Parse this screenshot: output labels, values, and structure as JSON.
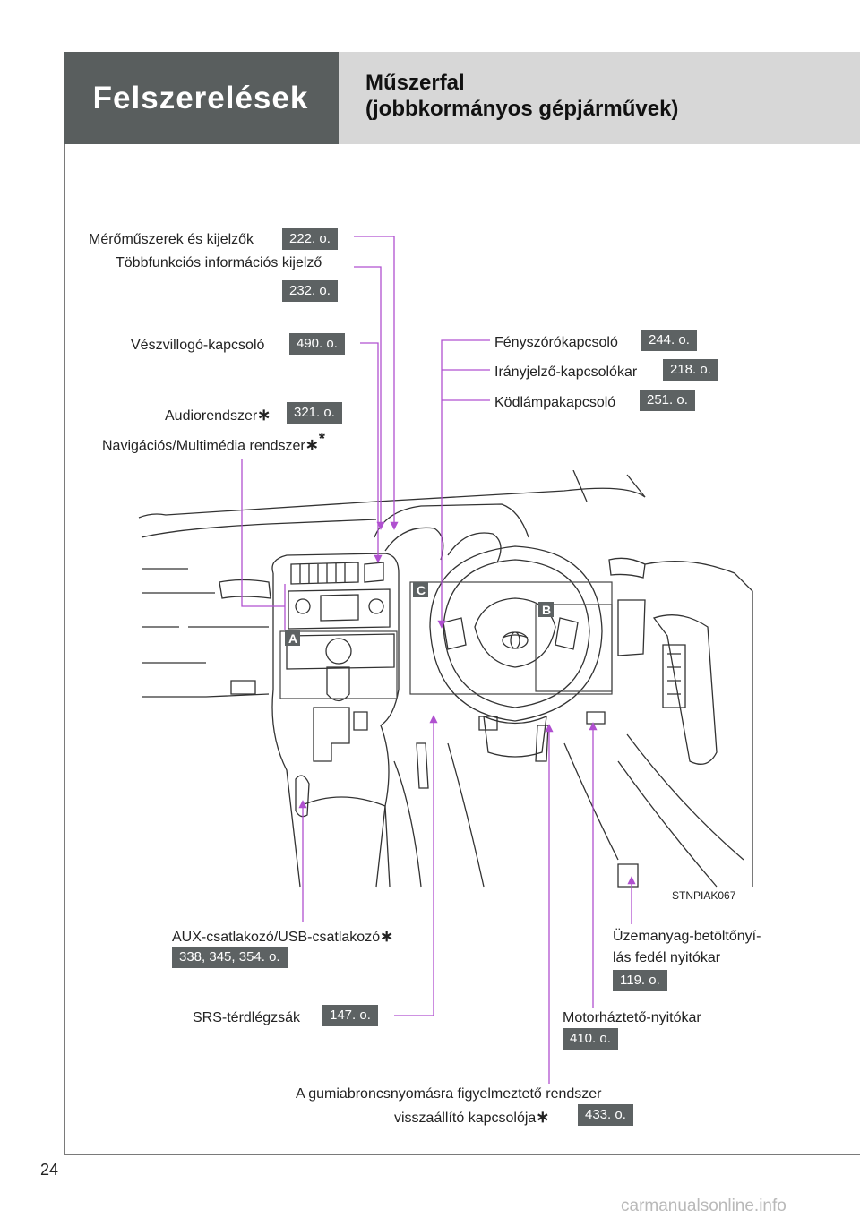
{
  "header": {
    "section": "Felszerelések",
    "title_line1": "Műszerfal",
    "title_line2": "(jobbkormányos gépjárművek)"
  },
  "labels": {
    "gauges": {
      "text": "Mérőműszerek és kijelzők",
      "ref": "222. o."
    },
    "multi_display": {
      "text": "Többfunkciós információs kijelző",
      "ref": "232. o."
    },
    "hazard": {
      "text": "Vészvillogó-kapcsoló",
      "ref": "490. o."
    },
    "audio": {
      "text": "Audiorendszer",
      "mark": "∗",
      "ref": "321. o."
    },
    "navigation": {
      "text": "Navigációs/Multimédia rendszer",
      "mark": "∗",
      "mark2": "*"
    },
    "headlight": {
      "text": "Fényszórókapcsoló",
      "ref": "244. o."
    },
    "turn_signal": {
      "text": "Irányjelző-kapcsolókar",
      "ref": "218. o."
    },
    "fog_light": {
      "text": "Ködlámpakapcsoló",
      "ref": "251. o."
    },
    "aux_usb": {
      "text": "AUX-csatlakozó/USB-csatlakozó",
      "mark": "∗",
      "ref": "338, 345, 354. o."
    },
    "knee_airbag": {
      "text": "SRS-térdlégzsák",
      "ref": "147. o."
    },
    "fuel_door_line1": "Üzemanyag-betöltőnyí-",
    "fuel_door_line2": "lás fedél nyitókar",
    "fuel_door_ref": "119. o.",
    "hood_release": {
      "text": "Motorháztető-nyitókar",
      "ref": "410. o."
    },
    "tpms_line1": "A gumiabroncsnyomásra figyelmeztető rendszer",
    "tpms_line2": "visszaállító kapcsolója",
    "tpms_mark": "∗",
    "tpms_ref": "433. o."
  },
  "figure": {
    "code": "STNPIAK067",
    "badges": {
      "a": "A",
      "b": "B",
      "c": "C"
    },
    "logo_icon": "toyota-logo-icon"
  },
  "page_number": "24",
  "watermark": "carmanualsonline.info",
  "colors": {
    "leader": "#b050d0",
    "badge": "#5d6263",
    "header": "#595e5e",
    "header_light": "#d7d7d7"
  }
}
